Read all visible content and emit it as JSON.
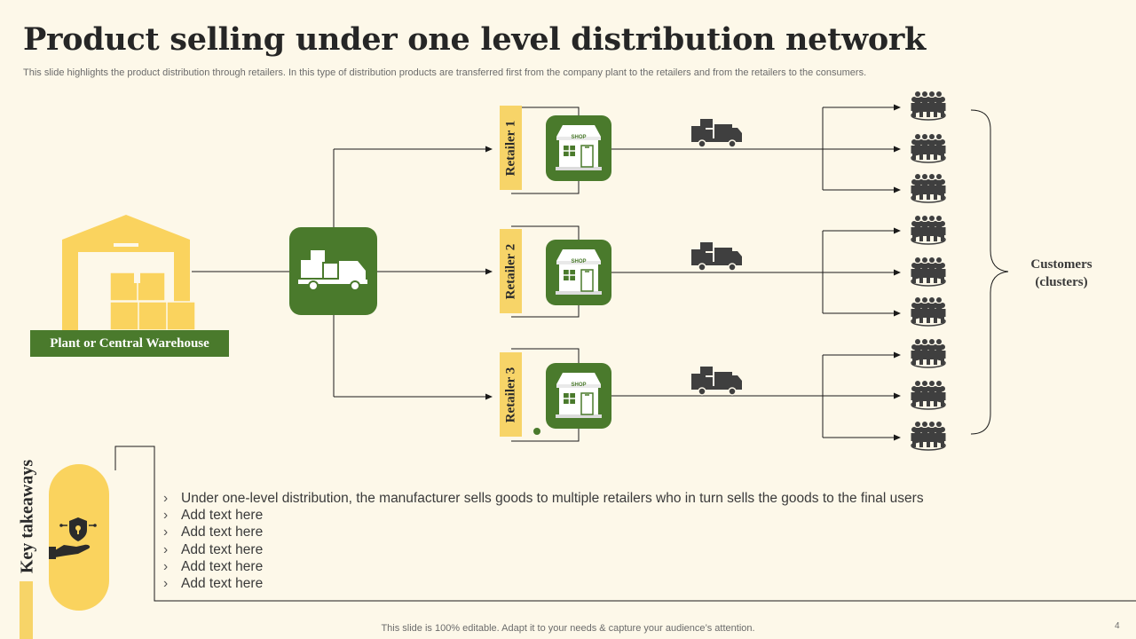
{
  "title": "Product selling under one level distribution network",
  "subtitle": "This slide highlights the product distribution through retailers. In this type  of distribution products are transferred first from the company plant to the retailers and from the retailers to the consumers.",
  "warehouse": {
    "label": "Plant or Central Warehouse",
    "icon": "warehouse-icon"
  },
  "retailers": [
    {
      "label": "Retailer 1",
      "sign": "SHOP"
    },
    {
      "label": "Retailer 2",
      "sign": "SHOP"
    },
    {
      "label": "Retailer 3",
      "sign": "SHOP"
    }
  ],
  "customers": {
    "label_line1": "Customers",
    "label_line2": "(clusters)"
  },
  "key_takeaways": {
    "label": "Key takeaways",
    "icon": "shield-hand-icon",
    "bullets": [
      "Under one-level distribution, the manufacturer  sells goods to multiple retailers who in turn sells the goods to the final users",
      "Add text here",
      "Add text here",
      "Add text here",
      "Add text here",
      "Add text here"
    ]
  },
  "footer": "This slide is 100% editable. Adapt it to your needs & capture your audience’s attention.",
  "page_number": "4",
  "colors": {
    "background": "#fdf8e9",
    "green": "#4a7a2c",
    "yellow": "#f7d468",
    "yellow_light": "#fad35e",
    "dark_gray": "#3f3f3f"
  }
}
